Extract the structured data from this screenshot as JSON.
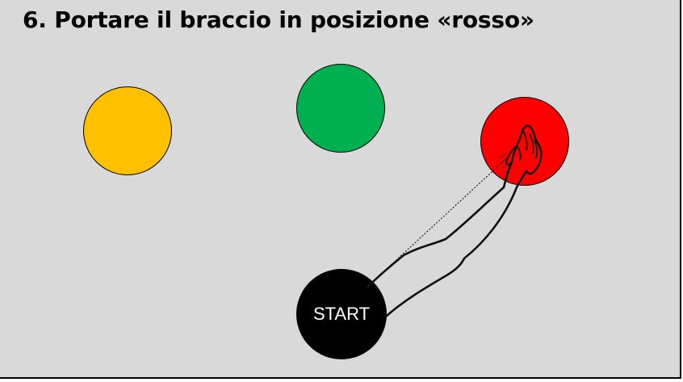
{
  "slide": {
    "title": "6. Portare il braccio in posizione «rosso»",
    "start_label": "START",
    "colors": {
      "background": "#d9d9d9",
      "yellow": "#ffc000",
      "green": "#00b050",
      "red": "#ff0000",
      "start": "#000000",
      "start_text": "#ffffff"
    },
    "targets": [
      {
        "name": "yellow",
        "color": "#ffc000"
      },
      {
        "name": "green",
        "color": "#00b050"
      },
      {
        "name": "red",
        "color": "#ff0000",
        "active": true
      }
    ]
  },
  "illustration": {
    "arm_icon": "arm-reaching-icon",
    "trajectory_icon": "dotted-path-icon"
  }
}
